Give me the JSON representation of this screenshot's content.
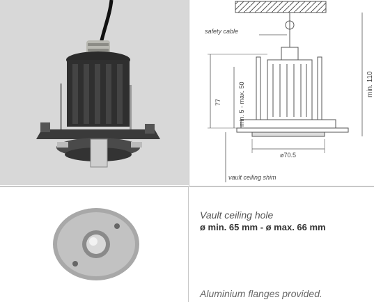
{
  "drawing": {
    "safety_cable_label": "safety cable",
    "height_min_label": "min. 110",
    "height_77_label": "77",
    "shim_range_label": "min. 5 - max. 50",
    "diameter_label": "ø70.5",
    "shim_label": "vault ceiling shim"
  },
  "info": {
    "title": "Vault ceiling hole",
    "dimensions": "ø min. 65 mm - ø max. 66 mm",
    "note": "Aluminium flanges provided."
  },
  "colors": {
    "photo_bg": "#d8d8d8",
    "line": "#555555",
    "text": "#333333"
  }
}
